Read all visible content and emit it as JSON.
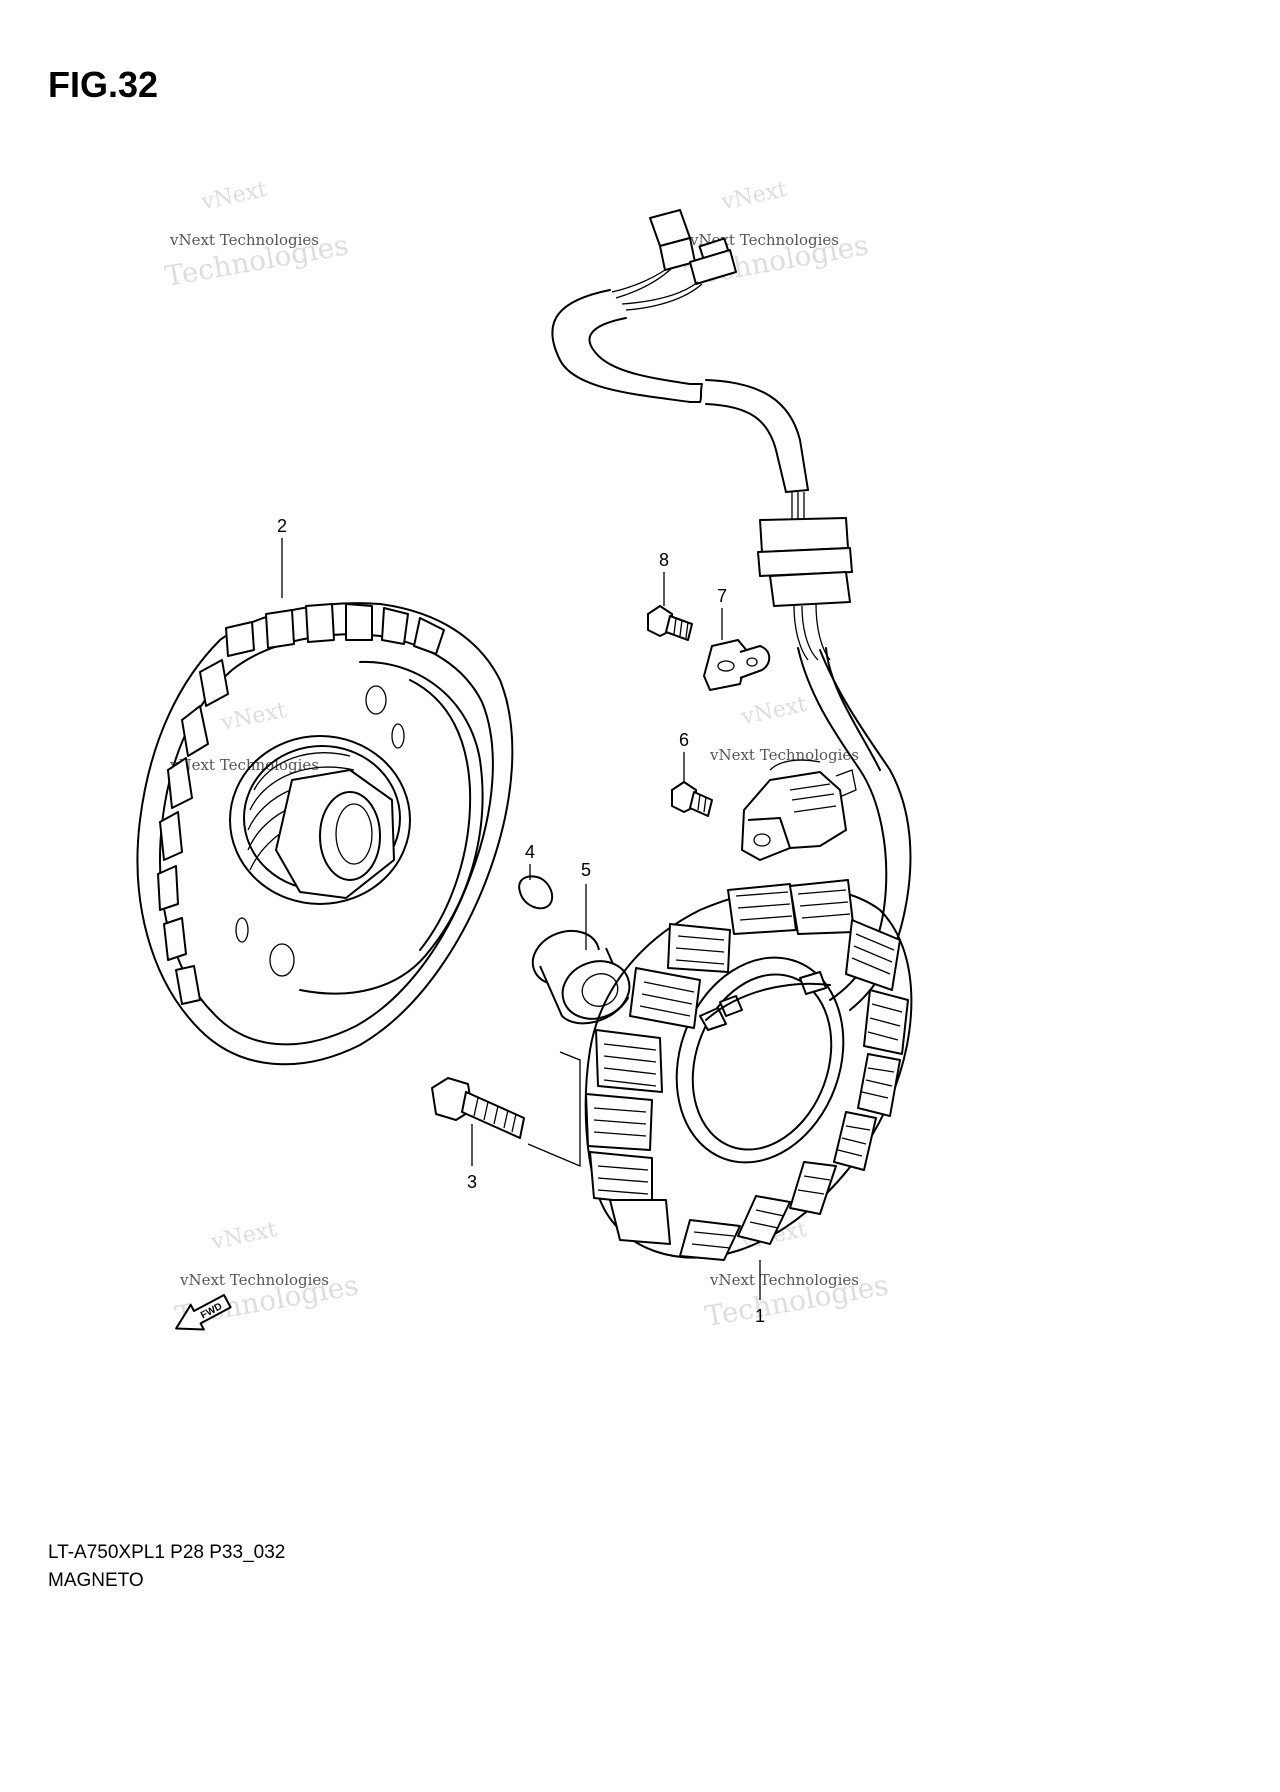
{
  "figure": {
    "title": "FIG.32"
  },
  "callouts": [
    {
      "id": "1",
      "label": "1"
    },
    {
      "id": "2",
      "label": "2"
    },
    {
      "id": "3",
      "label": "3"
    },
    {
      "id": "4",
      "label": "4"
    },
    {
      "id": "5",
      "label": "5"
    },
    {
      "id": "6",
      "label": "6"
    },
    {
      "id": "7",
      "label": "7"
    },
    {
      "id": "8",
      "label": "8"
    }
  ],
  "arrow": {
    "label": "FWD"
  },
  "watermark": {
    "small": "vNext Technologies",
    "large": "Technologies",
    "top": "vNext"
  },
  "caption": {
    "model": "LT-A750XPL1 P28 P33_032",
    "section": "MAGNETO"
  },
  "colors": {
    "line": "#000000",
    "watermark": "#d9d9d9",
    "background": "#ffffff"
  }
}
